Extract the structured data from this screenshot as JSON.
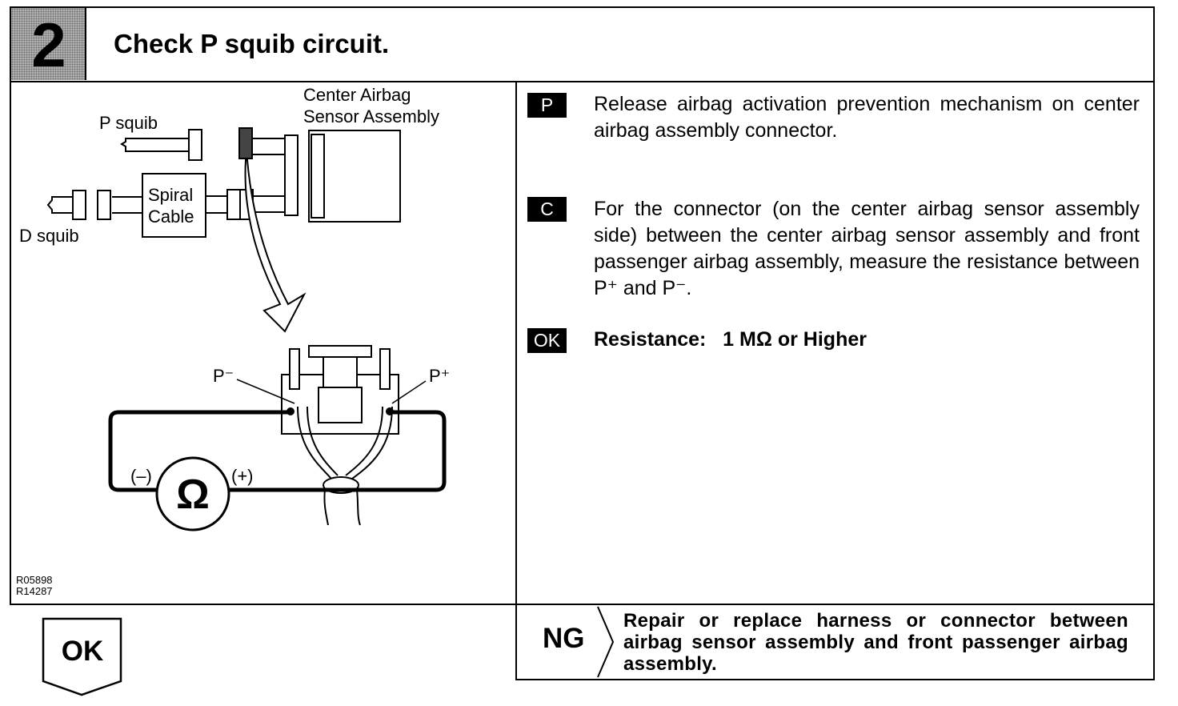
{
  "header": {
    "step_number": "2",
    "title": "Check P squib circuit."
  },
  "figure": {
    "labels": {
      "center_airbag_line1": "Center Airbag",
      "center_airbag_line2": "Sensor Assembly",
      "p_squib": "P squib",
      "d_squib": "D squib",
      "spiral_line1": "Spiral",
      "spiral_line2": "Cable",
      "p_minus": "P⁻",
      "p_plus": "P⁺",
      "neg_terminal": "(–)",
      "pos_terminal": "(+)",
      "ohm_symbol": "Ω"
    },
    "code_line1": "R05898",
    "code_line2": "R14287"
  },
  "instructions": [
    {
      "tag": "P",
      "text": "Release airbag activation prevention mechanism on center airbag assembly connector."
    },
    {
      "tag": "C",
      "text": "For the connector (on the center airbag sensor assembly side) between the center airbag sensor assembly and front passenger airbag assembly, measure the resistance between P⁺ and P⁻."
    }
  ],
  "ok_spec": {
    "tag": "OK",
    "text": "Resistance:   1 MΩ or Higher"
  },
  "ng_box": {
    "label": "NG",
    "text": "Repair or replace harness or connector between airbag sensor assembly and front passenger airbag assembly."
  },
  "ok_box": {
    "label": "OK"
  }
}
